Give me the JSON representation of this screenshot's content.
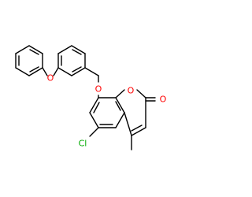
{
  "molecule": {
    "atoms": {
      "ether_o1": "O",
      "ether_o2": "O",
      "ring_o": "O",
      "carbonyl_o": "O",
      "cl": "Cl"
    }
  },
  "colors": {
    "bond": "#000000",
    "oxygen": "#ff0000",
    "chlorine": "#00aa00"
  }
}
